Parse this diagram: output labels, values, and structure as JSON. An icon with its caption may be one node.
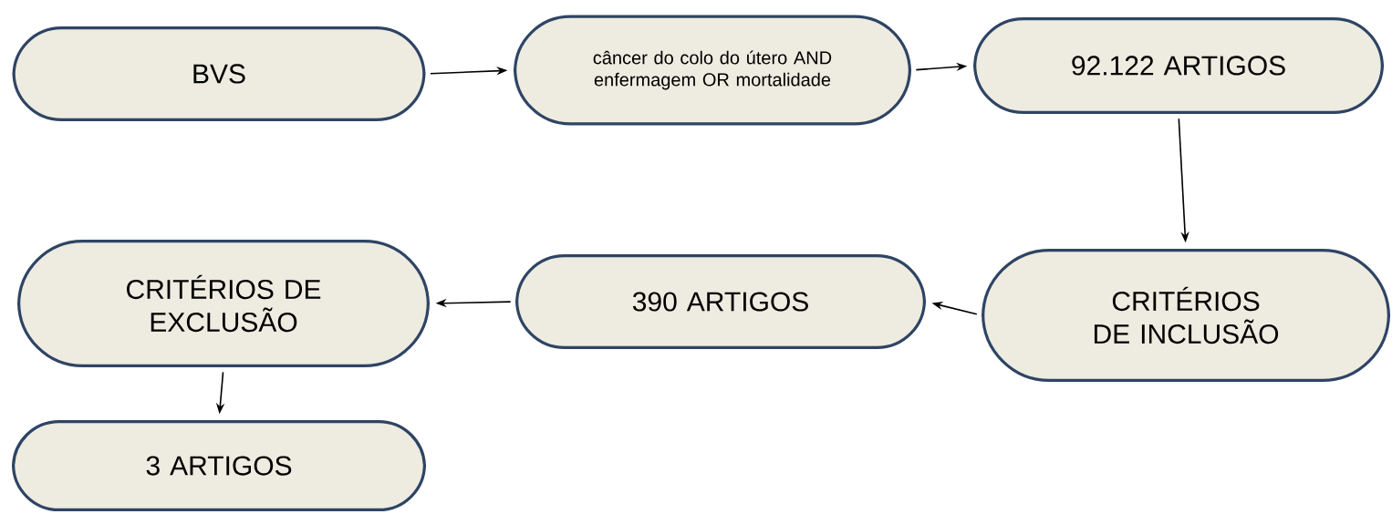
{
  "diagram": {
    "nodes": [
      {
        "text": [
          "BVS"
        ]
      },
      {
        "text": [
          "câncer do colo do útero AND enfermagem OR mortalidade"
        ]
      },
      {
        "text": [
          "92.122 ARTIGOS"
        ]
      },
      {
        "text": [
          "CRITÉRIOS DE INCLUSÃO"
        ]
      },
      {
        "text": [
          "390 ARTIGOS"
        ]
      },
      {
        "text": [
          "CRITÉRIOS DE EXCLUSÃO"
        ]
      },
      {
        "text": [
          "3 ARTIGOS"
        ]
      }
    ],
    "edges": [
      {
        "from": 0,
        "to": 1,
        "arrow": "to"
      },
      {
        "from": 1,
        "to": 2,
        "arrow": "to"
      },
      {
        "from": 2,
        "to": 3,
        "arrow": "to"
      },
      {
        "from": 3,
        "to": 4,
        "arrow": "to"
      },
      {
        "from": 4,
        "to": 5,
        "arrow": "to"
      },
      {
        "from": 5,
        "to": 6,
        "arrow": "to"
      }
    ]
  }
}
